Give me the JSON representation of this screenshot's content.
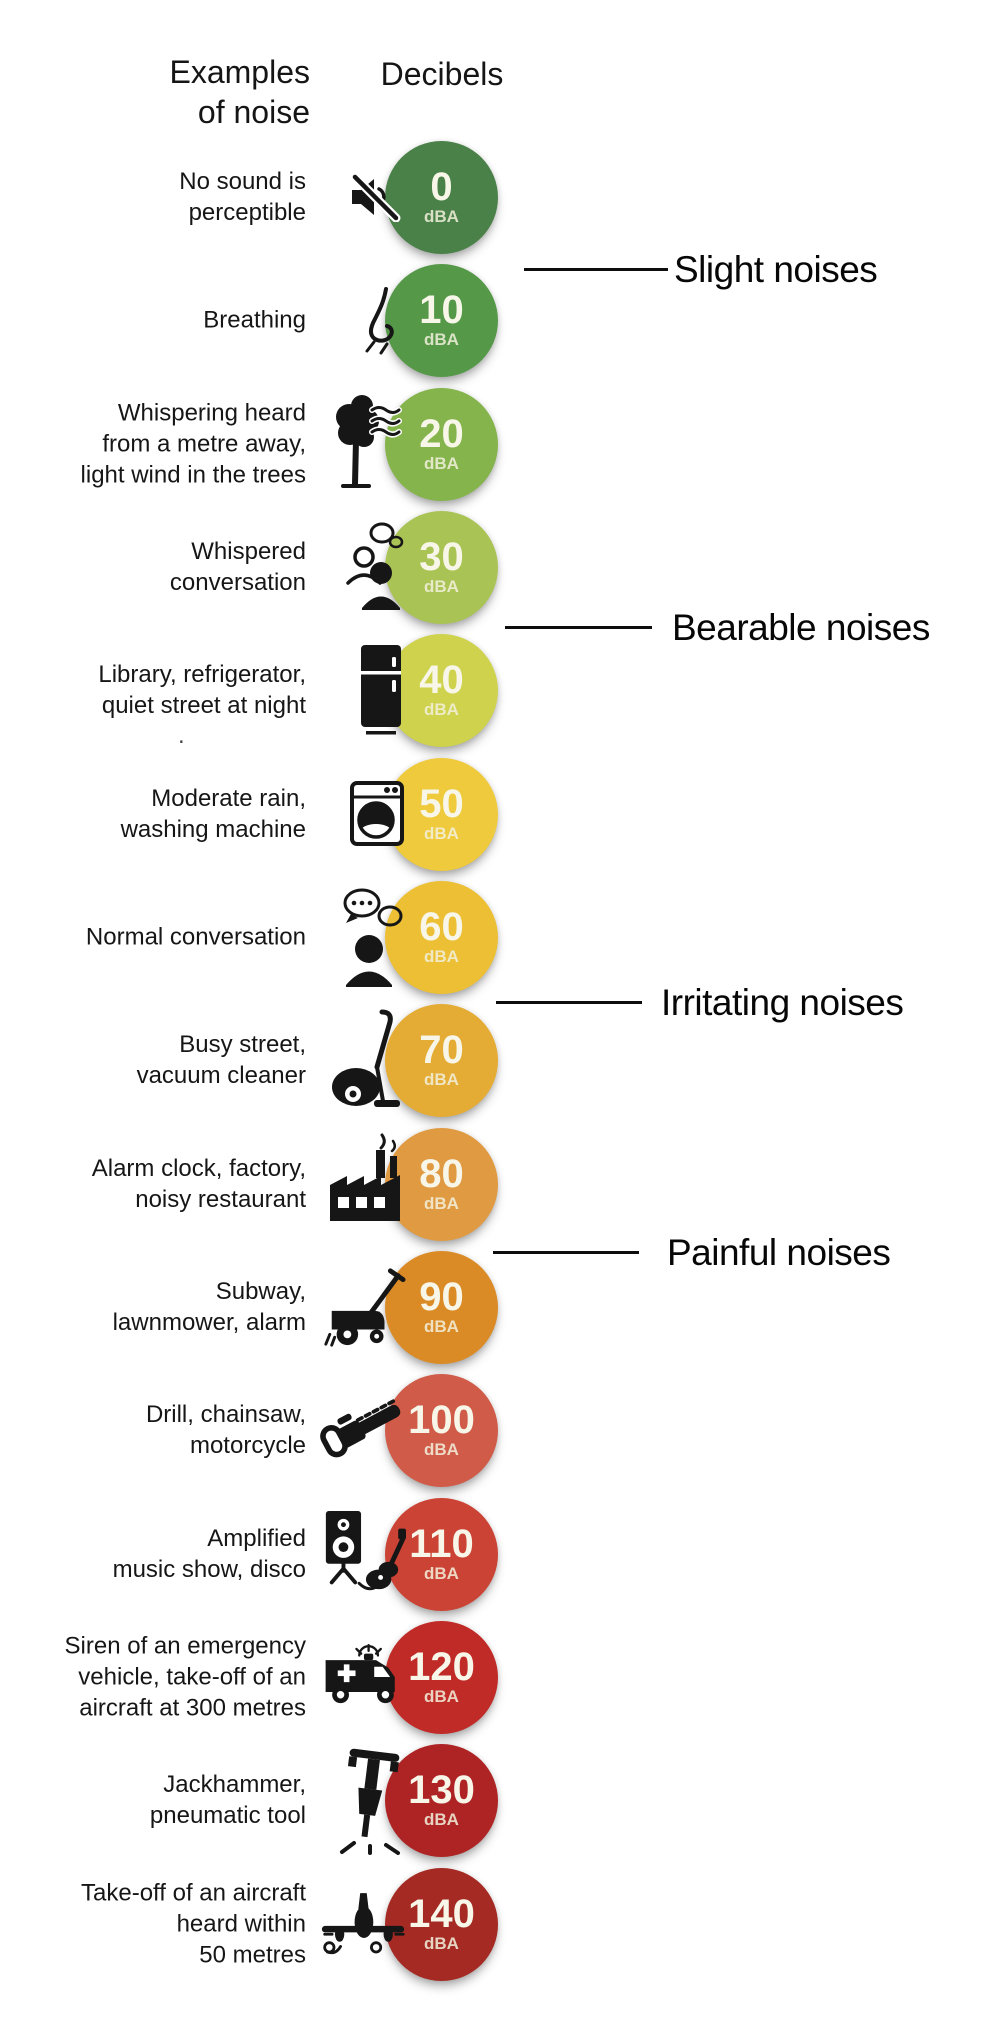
{
  "header": {
    "examples_line1": "Examples",
    "examples_line2": "of noise",
    "decibels": "Decibels"
  },
  "unit_label": "dBA",
  "stray_period": ".",
  "accent_text_color": "#f7f6e8",
  "rows": [
    {
      "level": "0",
      "icon": "muted-speaker-icon",
      "color": "#4a8148",
      "label_lines": [
        "No sound is",
        "perceptible"
      ]
    },
    {
      "level": "10",
      "icon": "nose-breathing-icon",
      "color": "#559948",
      "label_lines": [
        "Breathing"
      ]
    },
    {
      "level": "20",
      "icon": "tree-wind-icon",
      "color": "#84b44b",
      "label_lines": [
        "Whispering heard",
        "from a metre away,",
        "light wind in the trees"
      ]
    },
    {
      "level": "30",
      "icon": "whispering-people-icon",
      "color": "#aac355",
      "label_lines": [
        "Whispered",
        "conversation"
      ]
    },
    {
      "level": "40",
      "icon": "refrigerator-icon",
      "color": "#ced24c",
      "label_lines": [
        "Library, refrigerator,",
        "quiet street at night"
      ]
    },
    {
      "level": "50",
      "icon": "washing-machine-icon",
      "color": "#eeca3c",
      "label_lines": [
        "Moderate rain,",
        "washing machine"
      ]
    },
    {
      "level": "60",
      "icon": "speech-bubbles-icon",
      "color": "#ecbf35",
      "label_lines": [
        "Normal conversation"
      ]
    },
    {
      "level": "70",
      "icon": "vacuum-cleaner-icon",
      "color": "#e4ac34",
      "label_lines": [
        "Busy street,",
        "vacuum cleaner"
      ]
    },
    {
      "level": "80",
      "icon": "factory-icon",
      "color": "#e09a42",
      "label_lines": [
        "Alarm clock, factory,",
        "noisy restaurant"
      ]
    },
    {
      "level": "90",
      "icon": "lawnmower-icon",
      "color": "#db8b26",
      "label_lines": [
        "Subway,",
        "lawnmower, alarm"
      ]
    },
    {
      "level": "100",
      "icon": "chainsaw-icon",
      "color": "#d05b49",
      "label_lines": [
        "Drill, chainsaw,",
        "motorcycle"
      ]
    },
    {
      "level": "110",
      "icon": "speaker-guitar-icon",
      "color": "#cb4334",
      "label_lines": [
        "Amplified",
        "music show, disco"
      ]
    },
    {
      "level": "120",
      "icon": "ambulance-icon",
      "color": "#c02b27",
      "label_lines": [
        "Siren of an emergency",
        "vehicle, take-off of an",
        "aircraft at 300 metres"
      ]
    },
    {
      "level": "130",
      "icon": "jackhammer-icon",
      "color": "#ae2424",
      "label_lines": [
        "Jackhammer,",
        "pneumatic tool"
      ]
    },
    {
      "level": "140",
      "icon": "airplane-icon",
      "color": "#a42a23",
      "label_lines": [
        "Take-off of an aircraft",
        "heard within",
        "50 metres"
      ]
    }
  ],
  "categories": [
    {
      "label": "Slight noises",
      "between_levels": [
        "0",
        "10"
      ]
    },
    {
      "label": "Bearable noises",
      "between_levels": [
        "30",
        "40"
      ]
    },
    {
      "label": "Irritating noises",
      "between_levels": [
        "60",
        "70"
      ]
    },
    {
      "label": "Painful noises",
      "between_levels": [
        "80",
        "90"
      ]
    }
  ]
}
